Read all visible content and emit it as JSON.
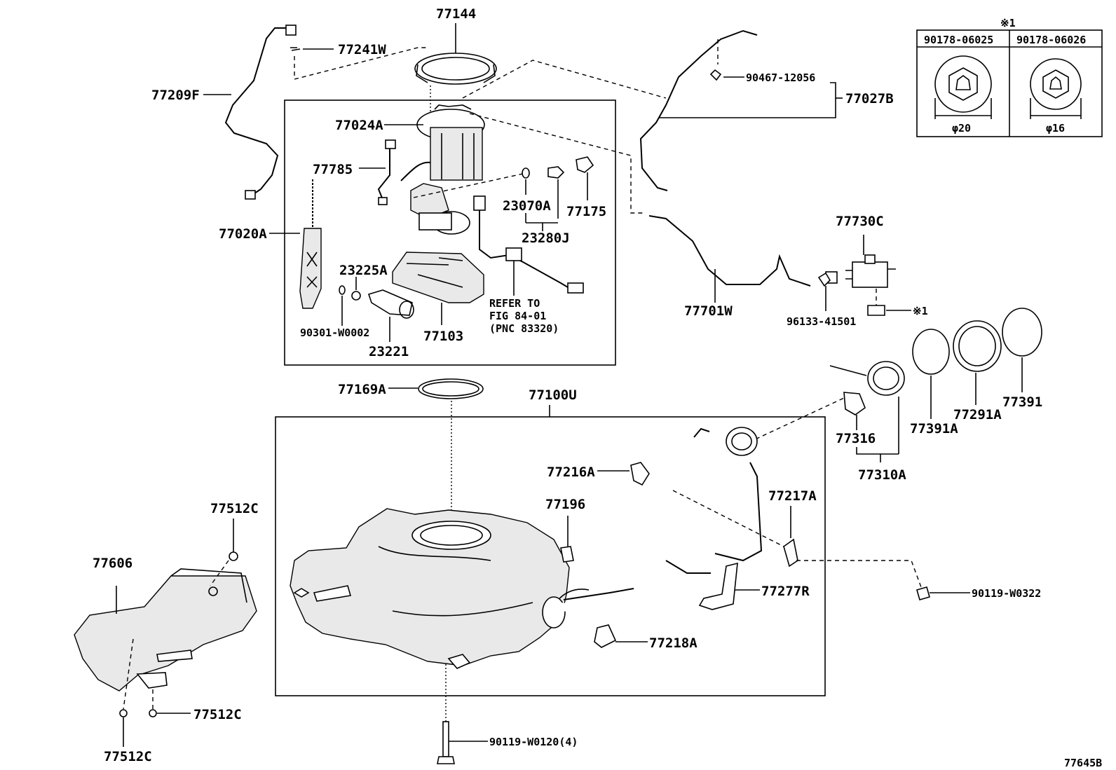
{
  "diagram_id": "77645B",
  "table": {
    "mark": "※1",
    "col1": "90178-06025",
    "col2": "90178-06026",
    "dim1": "φ20",
    "dim2": "φ16"
  },
  "labels": {
    "p77144": "77144",
    "p77241W": "77241W",
    "p77209F": "77209F",
    "p77024A": "77024A",
    "p77785": "77785",
    "p77020A": "77020A",
    "p23070A": "23070A",
    "p77175": "77175",
    "p23280J": "23280J",
    "p23225A": "23225A",
    "p90301": "90301-W0002",
    "p23221": "23221",
    "p77103": "77103",
    "ref1": "REFER TO",
    "ref2": "FIG 84-01",
    "ref3": "(PNC 83320)",
    "p90467": "90467-12056",
    "p77027B": "77027B",
    "p77730C": "77730C",
    "p77701W": "77701W",
    "p96133": "96133-41501",
    "mark1": "※1",
    "p77169A": "77169A",
    "p77100U": "77100U",
    "p77391A": "77391A",
    "p77291A": "77291A",
    "p77391": "77391",
    "p77316": "77316",
    "p77310A": "77310A",
    "p77216A": "77216A",
    "p77196": "77196",
    "p77217A": "77217A",
    "p90119W0322": "90119-W0322",
    "p77277R": "77277R",
    "p77218A": "77218A",
    "p77512C_top": "77512C",
    "p77606": "77606",
    "p77512C_mid": "77512C",
    "p77512C_bot": "77512C",
    "p90119W0120": "90119-W0120(4)"
  }
}
